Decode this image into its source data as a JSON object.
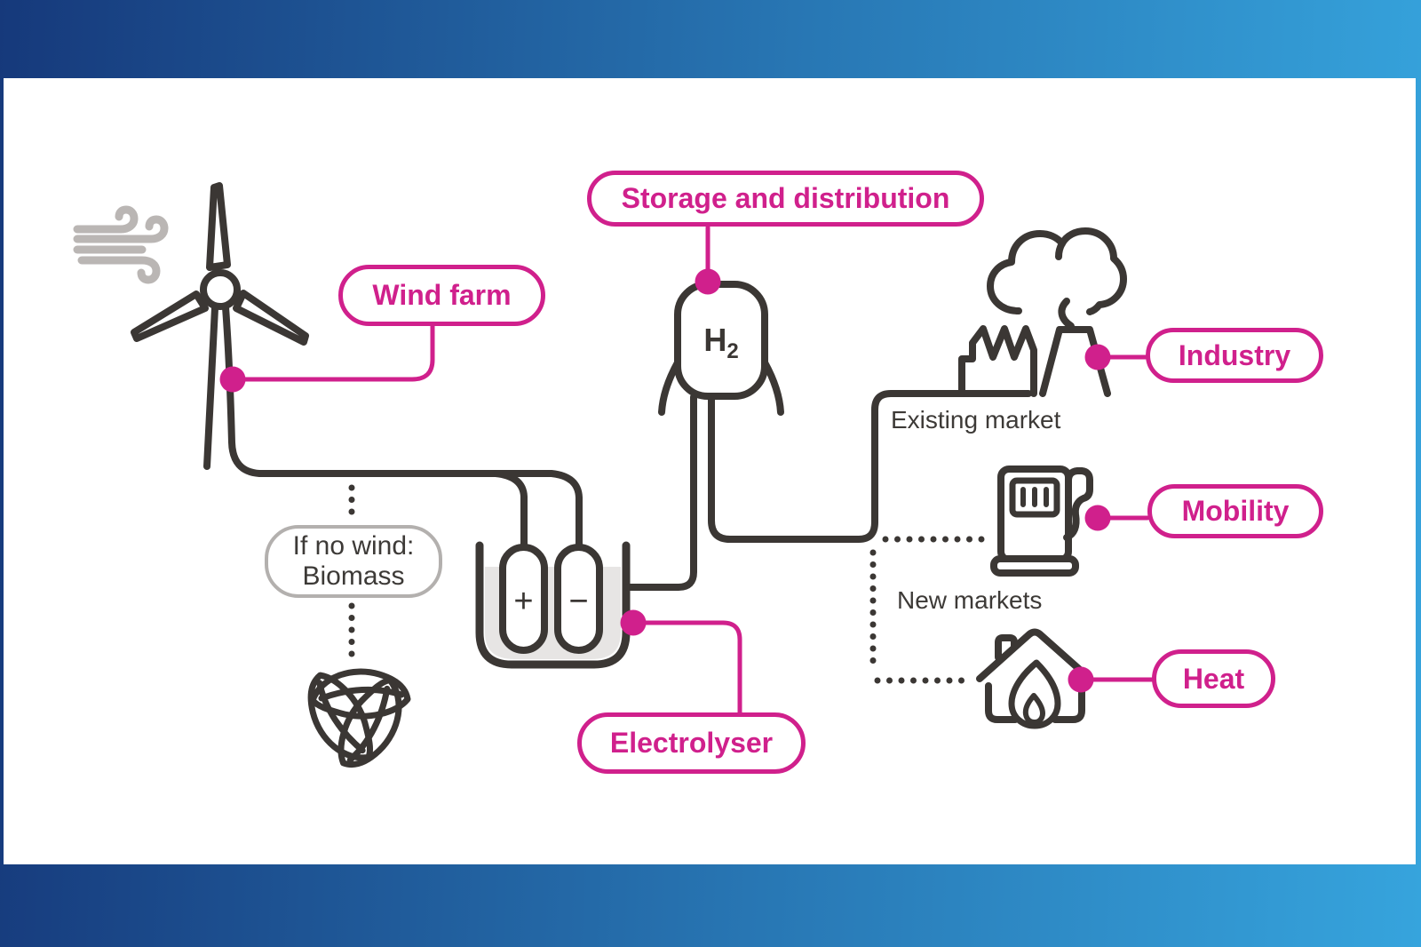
{
  "diagram_title": "Green hydrogen production and use flow",
  "colors": {
    "accent_pink": "#D0208C",
    "line_dark": "#3B3734",
    "wind_gray": "#BAB6B4",
    "gray_pill_border": "#B3B0AE",
    "liquid_gray": "#E7E5E4",
    "frame_blue_dark": "#16397B",
    "frame_blue_light": "#36A4DD",
    "background_white": "#FFFFFF"
  },
  "labels": {
    "wind_farm": "Wind farm",
    "storage": "Storage and distribution",
    "electrolyser": "Electrolyser",
    "industry": "Industry",
    "mobility": "Mobility",
    "heat": "Heat",
    "existing_market": "Existing market",
    "new_markets": "New markets",
    "biomass_line1": "If no wind:",
    "biomass_line2": "Biomass",
    "tank_h": "H",
    "tank_sub": "2",
    "plus": "+",
    "minus": "−"
  },
  "icons": [
    "wind-icon",
    "wind-turbine-icon",
    "biomass-leaves-icon",
    "electrolyser-beaker-icon",
    "h2-tank-icon",
    "factory-cloud-icon",
    "fuel-pump-icon",
    "house-flame-icon"
  ]
}
